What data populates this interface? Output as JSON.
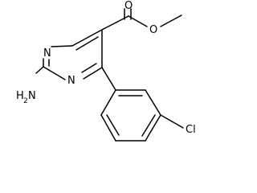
{
  "molecule": {
    "atoms": {
      "ring_n_top": "N",
      "ring_n_bottom": "N",
      "carbonyl_o": "O",
      "ester_o": "O",
      "amine_h": "H",
      "amine_h_count": "2",
      "amine_n": "N",
      "chlorine": "Cl"
    }
  }
}
